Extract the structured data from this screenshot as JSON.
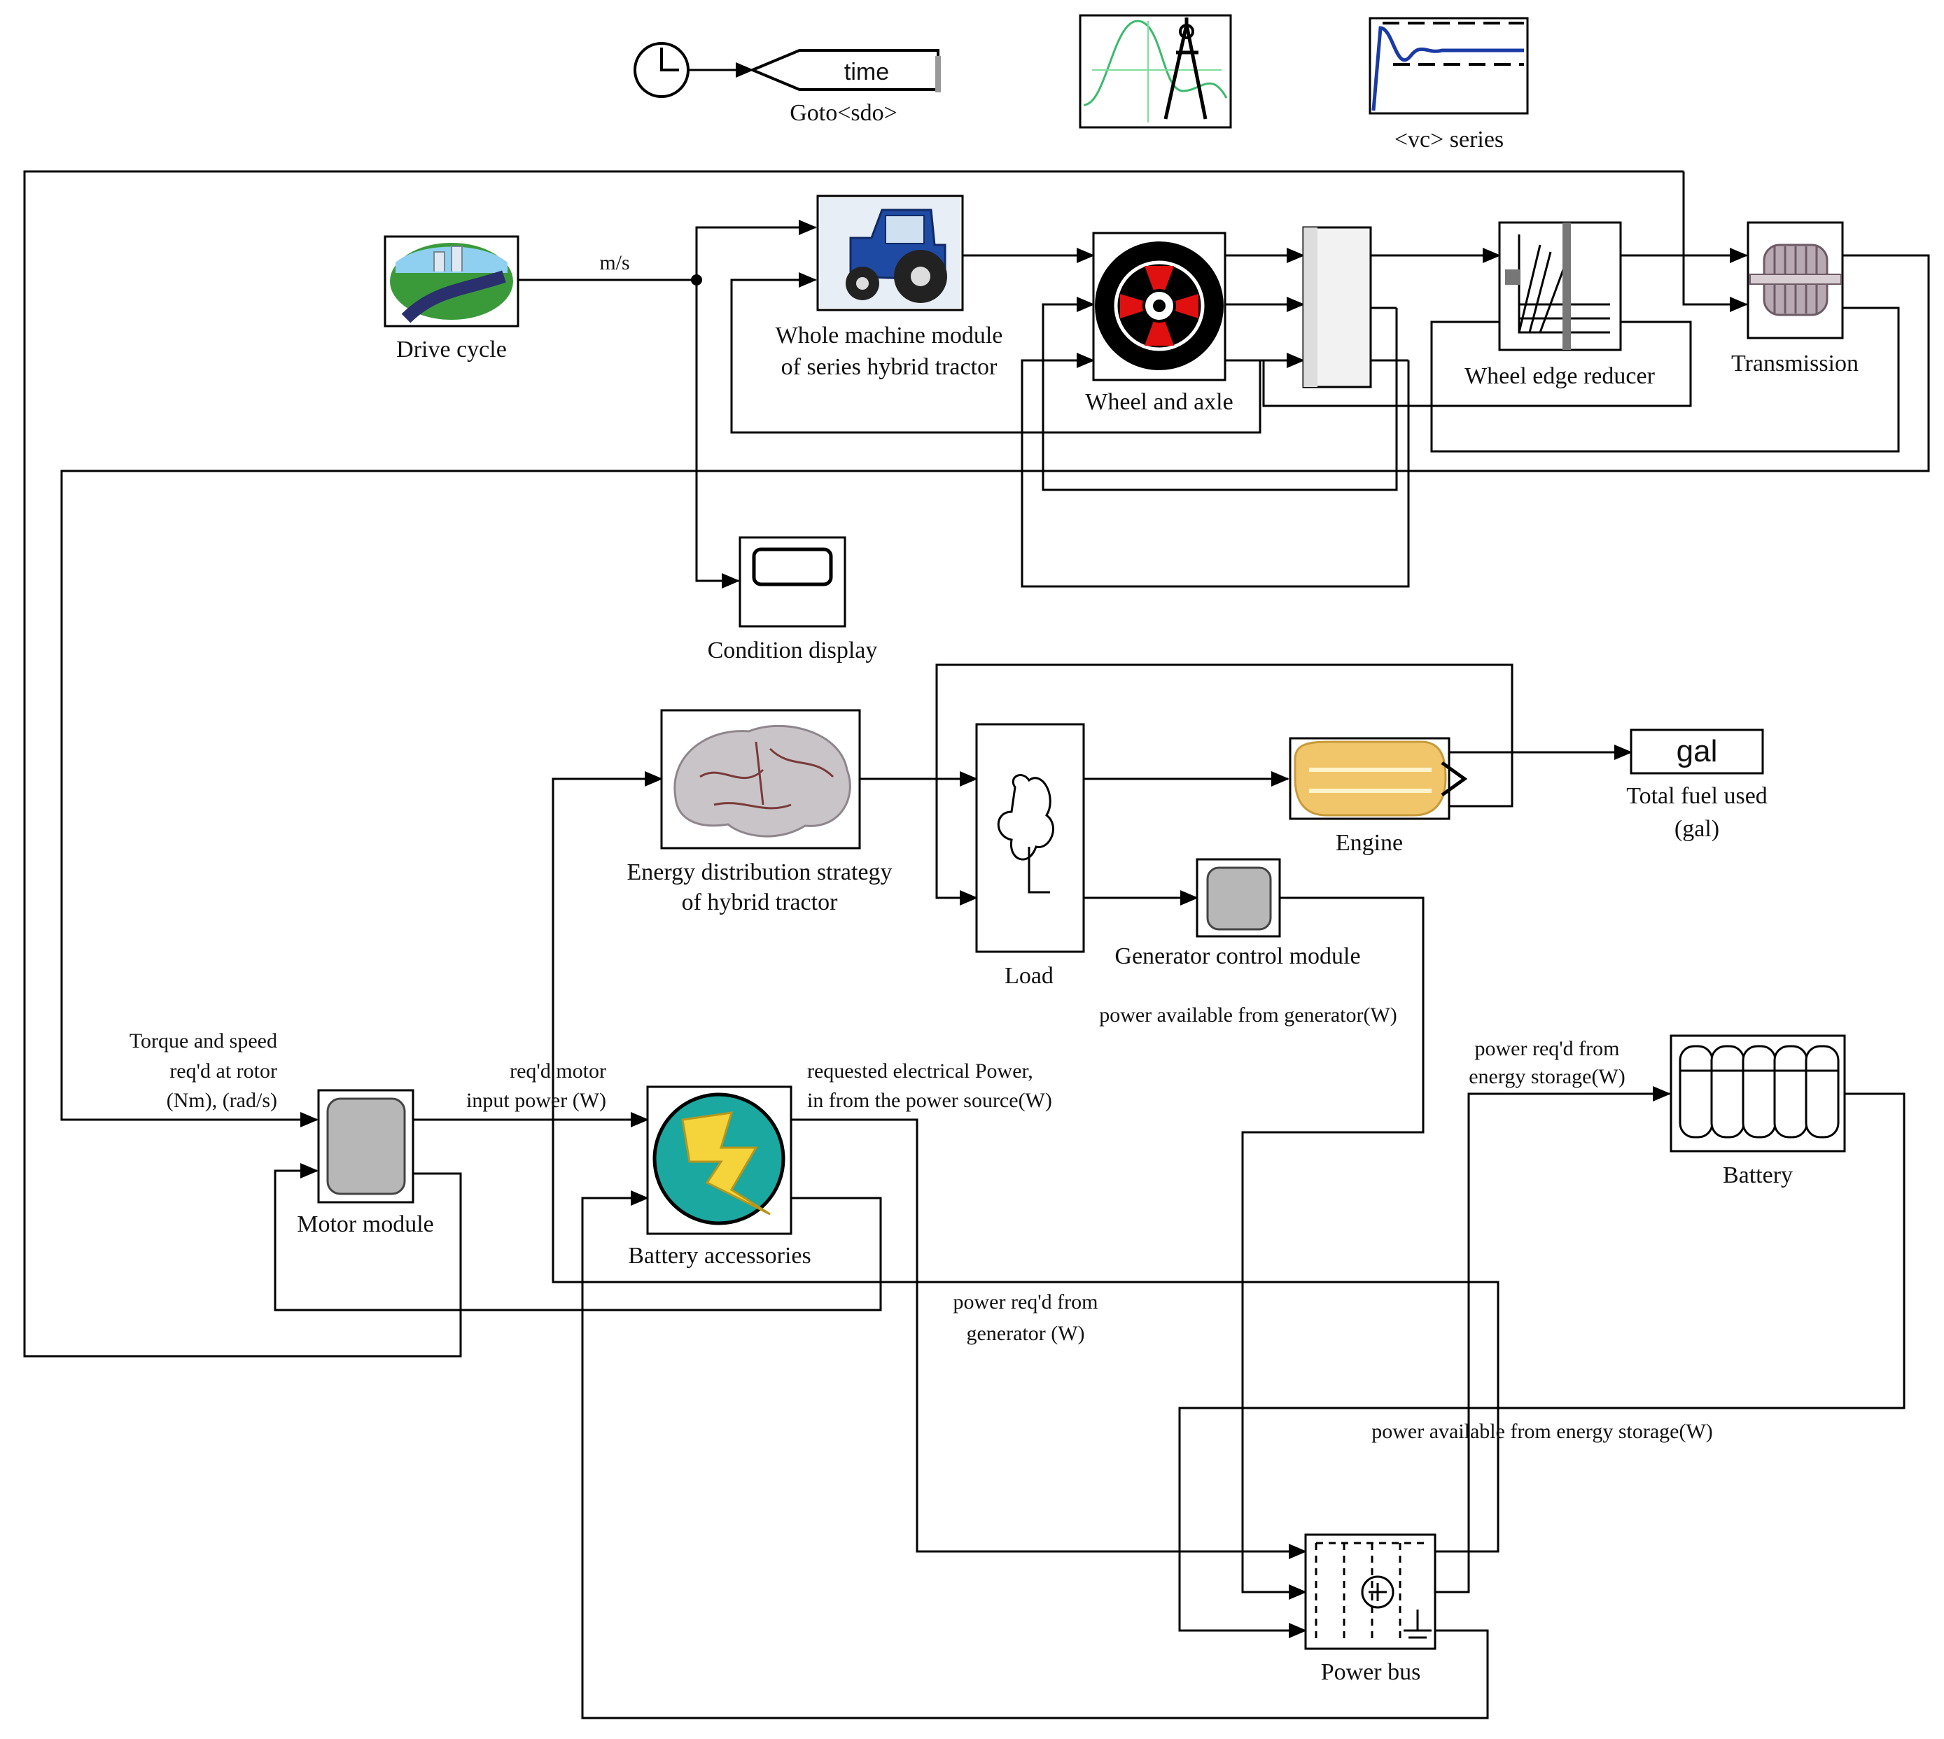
{
  "blocks": {
    "clock": "",
    "goto_tag": "time",
    "goto_label": "Goto<sdo>",
    "vc_series": "<vc> series",
    "drive_cycle": "Drive cycle",
    "whole_machine": [
      "Whole machine module",
      "of series hybrid tractor"
    ],
    "wheel_axle": "Wheel and axle",
    "wheel_edge_reducer": "Wheel edge reducer",
    "transmission": "Transmission",
    "condition_display": "Condition display",
    "energy_strategy": [
      "Energy distribution strategy",
      "of hybrid tractor"
    ],
    "load": "Load",
    "engine": "Engine",
    "fuel_display_value": "gal",
    "total_fuel": [
      "Total fuel used",
      "(gal)"
    ],
    "generator_control": "Generator control module",
    "motor_module": "Motor module",
    "battery_accessories": "Battery accessories",
    "battery": "Battery",
    "power_bus": "Power bus"
  },
  "signals": {
    "speed": "m/s",
    "torque_speed": [
      "Torque and speed",
      "req'd at rotor",
      "(Nm), (rad/s)"
    ],
    "motor_power": [
      "req'd motor",
      "input power (W)"
    ],
    "requested_power": [
      "requested electrical Power,",
      "in from the power source(W)"
    ],
    "gen_available": "power available from generator(W)",
    "storage_required": [
      "power req'd from",
      "energy storage(W)"
    ],
    "gen_required": [
      "power req'd from",
      "generator (W)"
    ],
    "storage_available": "power available from energy storage(W)"
  }
}
